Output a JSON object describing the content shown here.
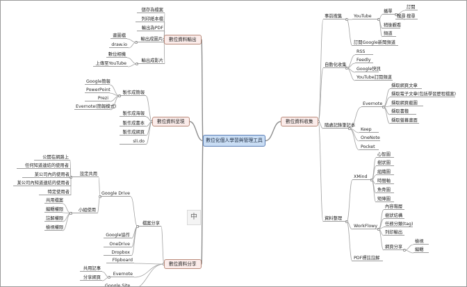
{
  "root": {
    "label": "數位化個人學習與管理工具"
  },
  "ime_indicator": "中",
  "nodes": [
    {
      "key": "m_tl",
      "kind": "main",
      "label": "數位資料輸出"
    },
    {
      "key": "m_l",
      "kind": "main",
      "label": "數位資料呈現"
    },
    {
      "key": "m_bl",
      "kind": "main",
      "label": "數位資料分享"
    },
    {
      "key": "m_r",
      "kind": "main",
      "label": "數位資料收集"
    },
    {
      "key": "n_save",
      "side": "l",
      "label": "儲存為檔案"
    },
    {
      "key": "n_print",
      "side": "l",
      "label": "列印紙本檔"
    },
    {
      "key": "n_pdf",
      "side": "l",
      "label": "輸出為PDF"
    },
    {
      "key": "n_img",
      "side": "l",
      "label": "輸出成圖片"
    },
    {
      "key": "n_drawing",
      "side": "l",
      "label": "畫圖檔"
    },
    {
      "key": "n_drawio",
      "side": "l",
      "label": "draw.io"
    },
    {
      "key": "n_video",
      "side": "l",
      "label": "輸出成影片"
    },
    {
      "key": "n_photo",
      "side": "l",
      "label": "數位相機"
    },
    {
      "key": "n_upyt",
      "side": "l",
      "label": "上傳至YouTube"
    },
    {
      "key": "n_slide",
      "side": "l",
      "label": "製作成簡報"
    },
    {
      "key": "n_gslide",
      "side": "l",
      "label": "Google簡報"
    },
    {
      "key": "n_ppt",
      "side": "l",
      "label": "PowerPoint"
    },
    {
      "key": "n_prezi",
      "side": "l",
      "label": "Prezi"
    },
    {
      "key": "n_evpres",
      "side": "l",
      "label": "Evernote(簡報模式)"
    },
    {
      "key": "n_poster",
      "side": "l",
      "label": "製作成海報"
    },
    {
      "key": "n_ebook",
      "side": "l",
      "label": "製作成書本"
    },
    {
      "key": "n_web",
      "side": "l",
      "label": "製作成網頁"
    },
    {
      "key": "n_slido",
      "side": "l",
      "label": "sli.do"
    },
    {
      "key": "n_fileshare",
      "side": "l",
      "label": "檔案分享"
    },
    {
      "key": "n_gdrive",
      "side": "l",
      "label": "Google Drive"
    },
    {
      "key": "n_sharefile",
      "side": "l",
      "label": "設定共用"
    },
    {
      "key": "n_pub",
      "side": "l",
      "label": "公開在網路上"
    },
    {
      "key": "n_anylink",
      "side": "l",
      "label": "任何知道連結的使用者"
    },
    {
      "key": "n_org",
      "side": "l",
      "label": "某公司內的使用者"
    },
    {
      "key": "n_orglink",
      "side": "l",
      "label": "某公司內知道連結的使用者"
    },
    {
      "key": "n_specific",
      "side": "l",
      "label": "特定使用者"
    },
    {
      "key": "n_team",
      "side": "l",
      "label": "小組使用"
    },
    {
      "key": "n_shared",
      "side": "l",
      "label": "共用檔案"
    },
    {
      "key": "n_edit",
      "side": "l",
      "label": "編輯權限"
    },
    {
      "key": "n_comment",
      "side": "l",
      "label": "註解權限"
    },
    {
      "key": "n_view",
      "side": "l",
      "label": "檢視權限"
    },
    {
      "key": "n_gsites",
      "side": "l",
      "label": "Google協作"
    },
    {
      "key": "n_onedrive",
      "side": "l",
      "label": "OneDrive"
    },
    {
      "key": "n_dropbox",
      "side": "l",
      "label": "Dropbox"
    },
    {
      "key": "n_flipboard",
      "side": "l",
      "label": "Flipboard"
    },
    {
      "key": "n_evernote2",
      "side": "l",
      "label": "Evernote"
    },
    {
      "key": "n_shnote",
      "side": "l",
      "label": "共用記事"
    },
    {
      "key": "n_shpage",
      "side": "l",
      "label": "分享網頁"
    },
    {
      "key": "n_gsite2",
      "side": "l",
      "label": "Google Site"
    },
    {
      "key": "n_sub",
      "side": "r",
      "label": "事前搜集"
    },
    {
      "key": "n_yt",
      "side": "r",
      "label": "YouTube"
    },
    {
      "key": "n_sub1",
      "side": "r",
      "label": "播單"
    },
    {
      "key": "n_sub2",
      "side": "r",
      "label": "搜尋"
    },
    {
      "key": "n_later",
      "side": "r",
      "label": "稍後觀看"
    },
    {
      "key": "n_chan",
      "side": "r",
      "label": "頻道"
    },
    {
      "key": "n_subs",
      "side": "r",
      "label": "訂閱"
    },
    {
      "key": "n_kw",
      "side": "r",
      "label": "搜尋"
    },
    {
      "key": "n_gnews",
      "side": "r",
      "label": "訂閱Google新聞頻道"
    },
    {
      "key": "n_auto",
      "side": "r",
      "label": "自動化收集"
    },
    {
      "key": "n_rss",
      "side": "r",
      "label": "RSS"
    },
    {
      "key": "n_feedly",
      "side": "r",
      "label": "Feedly"
    },
    {
      "key": "n_galert",
      "side": "r",
      "label": "Google快訊"
    },
    {
      "key": "n_ytsub",
      "side": "r",
      "label": "YouTube訂閱頻道"
    },
    {
      "key": "n_note",
      "side": "r",
      "label": "隨處記錄筆記本"
    },
    {
      "key": "n_evernote",
      "side": "r",
      "label": "Evernote"
    },
    {
      "key": "n_ev1",
      "side": "r",
      "label": "擷取網頁文章"
    },
    {
      "key": "n_ev2",
      "side": "r",
      "label": "擷取電子文章(包括學習歷程檔案)"
    },
    {
      "key": "n_ev3",
      "side": "r",
      "label": "擷取網頁截圖"
    },
    {
      "key": "n_ev4",
      "side": "r",
      "label": "擷取書籤"
    },
    {
      "key": "n_ev5",
      "side": "r",
      "label": "擷取螢幕畫面"
    },
    {
      "key": "n_keep",
      "side": "r",
      "label": "Keep"
    },
    {
      "key": "n_onenote",
      "side": "r",
      "label": "OneNote"
    },
    {
      "key": "n_pocket",
      "side": "r",
      "label": "Pocket"
    },
    {
      "key": "n_org2",
      "side": "r",
      "label": "資料整理"
    },
    {
      "key": "n_xmind",
      "side": "r",
      "label": "XMind"
    },
    {
      "key": "n_x1",
      "side": "r",
      "label": "心智圖"
    },
    {
      "key": "n_x2",
      "side": "r",
      "label": "樹狀圖"
    },
    {
      "key": "n_x3",
      "side": "r",
      "label": "組織圖"
    },
    {
      "key": "n_x4",
      "side": "r",
      "label": "時間軸"
    },
    {
      "key": "n_x5",
      "side": "r",
      "label": "魚骨圖"
    },
    {
      "key": "n_x6",
      "side": "r",
      "label": "矩陣圖"
    },
    {
      "key": "n_wf",
      "side": "r",
      "label": "WorkFlowy"
    },
    {
      "key": "n_w1",
      "side": "r",
      "label": "內容階層"
    },
    {
      "key": "n_w2",
      "side": "r",
      "label": "樹狀結構"
    },
    {
      "key": "n_w3",
      "side": "r",
      "label": "任務分類(tag)"
    },
    {
      "key": "n_w4",
      "side": "r",
      "label": "列印輸出"
    },
    {
      "key": "n_w5",
      "side": "r",
      "label": "網頁分享"
    },
    {
      "key": "n_w6",
      "side": "r",
      "label": "檢視"
    },
    {
      "key": "n_w7",
      "side": "r",
      "label": "編輯"
    },
    {
      "key": "n_pdfnote",
      "side": "r",
      "label": "PDF標註註解"
    }
  ]
}
